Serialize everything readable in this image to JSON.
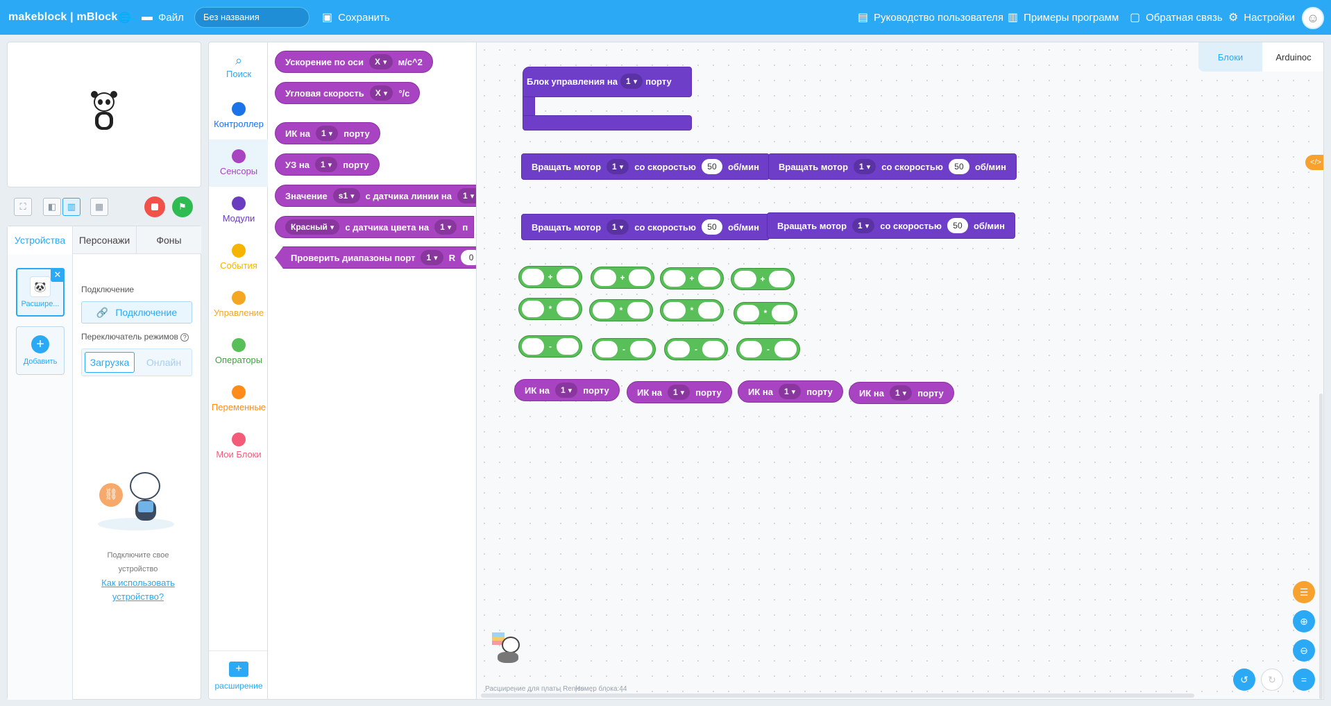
{
  "topbar": {
    "logo": "makeblock | mBlock",
    "file": "Файл",
    "project_name": "Без названия",
    "save": "Сохранить",
    "user_guide": "Руководство пользователя",
    "examples": "Примеры программ",
    "feedback": "Обратная связь",
    "settings": "Настройки"
  },
  "device_panel": {
    "tabs": [
      "Устройства",
      "Персонажи",
      "Фоны"
    ],
    "device_name": "Расшире...",
    "add_label": "Добавить",
    "connection_label": "Подключение",
    "connect_button": "Подключение",
    "mode_switch_label": "Переключатель режимов",
    "mode_upload": "Загрузка",
    "mode_online": "Онлайн",
    "hint_line1": "Подключите свое",
    "hint_line2": "устройство",
    "howto_line1": "Как использовать",
    "howto_line2": "устройство?"
  },
  "categories": [
    {
      "label": "Поиск",
      "color": "#2ba9f5"
    },
    {
      "label": "Контроллер",
      "color": "#1a73e8"
    },
    {
      "label": "Сенсоры",
      "color": "#a844c1"
    },
    {
      "label": "Модули",
      "color": "#6a3cc0"
    },
    {
      "label": "События",
      "color": "#f5b400"
    },
    {
      "label": "Управление",
      "color": "#f5a623"
    },
    {
      "label": "Операторы",
      "color": "#59c059"
    },
    {
      "label": "Переменные",
      "color": "#ff8c1a"
    },
    {
      "label": "Мои Блоки",
      "color": "#f25c78"
    }
  ],
  "extension_label": "расширение",
  "palette": {
    "b1": {
      "t1": "Ускорение по оси",
      "dd": "X",
      "t2": "м/с^2"
    },
    "b2": {
      "t1": "Угловая скорость",
      "dd": "X",
      "t2": "°/с"
    },
    "b3": {
      "t1": "ИК на",
      "dd": "1",
      "t2": "порту"
    },
    "b4": {
      "t1": "УЗ на",
      "dd": "1",
      "t2": "порту"
    },
    "b5": {
      "t1": "Значение",
      "dd": "s1",
      "t2": "с датчика линии на",
      "v": "1"
    },
    "b6": {
      "dd1": "Красный",
      "t1": "с датчика цвета на",
      "dd2": "1",
      "t2": "п"
    },
    "b7": {
      "t1": "Проверить диапазоны порт",
      "dd": "1",
      "t2": "R",
      "v": "0"
    }
  },
  "workspace": {
    "tabs": [
      "Блоки",
      "Arduinoc"
    ],
    "hat": {
      "t1": "Блок управления на",
      "dd": "1",
      "t2": "порту"
    },
    "motor": {
      "t1": "Вращать мотор",
      "dd": "1",
      "t2": "со скоростью",
      "v": "50",
      "t3": "об/мин"
    },
    "ir": {
      "t1": "ИК на",
      "dd": "1",
      "t2": "порту"
    },
    "op_plus": "+",
    "op_mul": "*",
    "op_minus": "-",
    "footer_ext": "Расширение для платы Renics",
    "footer_count": "Номер блока:44"
  }
}
